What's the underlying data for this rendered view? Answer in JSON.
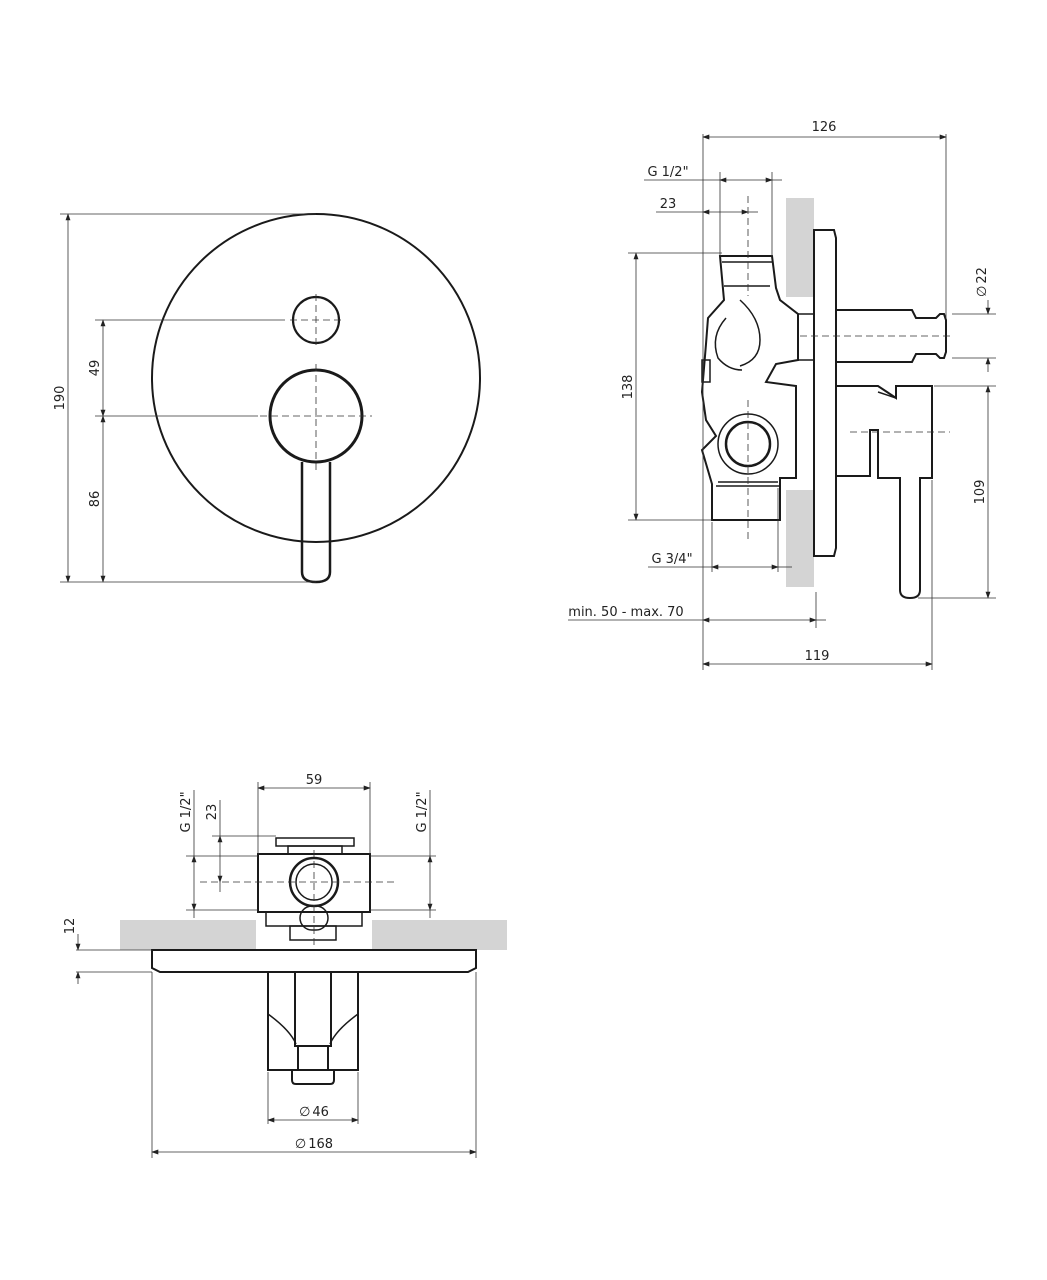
{
  "dimensions": {
    "front_height": "190",
    "front_upper": "49",
    "front_lower": "86",
    "side_depth_total": "126",
    "side_inlet_thread": "G 1/2\"",
    "side_inlet_offset": "23",
    "side_body_height": "138",
    "side_spout_dia_symbol": "∅",
    "side_spout_dia": "22",
    "side_handle_height": "109",
    "side_outlet_thread": "G 3/4\"",
    "side_wall_range": "min. 50 - max. 70",
    "side_total_depth": "119",
    "top_body_width": "59",
    "top_left_thread": "G 1/2\"",
    "top_offset": "23",
    "top_right_thread": "G 1/2\"",
    "top_plate_thickness": "12",
    "top_handle_dia_symbol": "∅",
    "top_handle_dia": "46",
    "top_plate_dia_symbol": "∅",
    "top_plate_dia": "168"
  },
  "colors": {
    "line": "#1a1a1a",
    "wall": "#d4d4d4"
  }
}
